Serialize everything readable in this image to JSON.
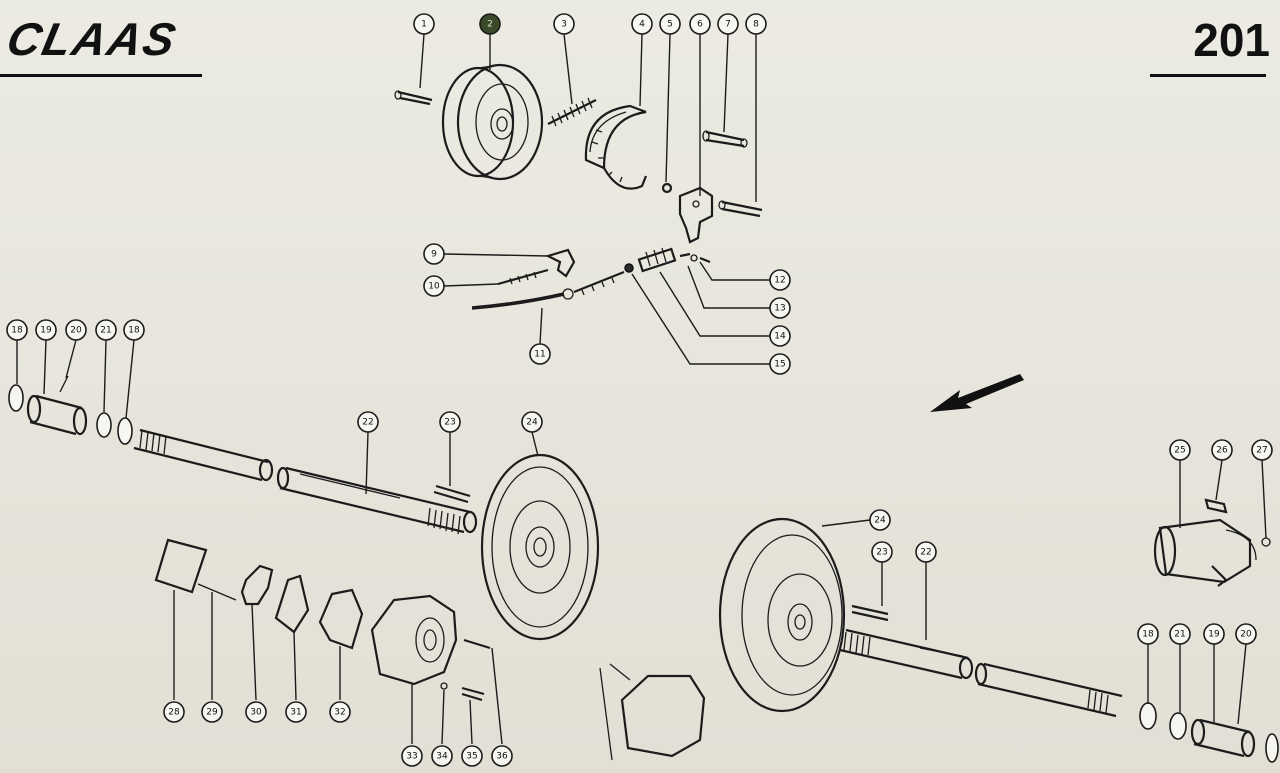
{
  "header": {
    "brand": "CLAAS",
    "page_number": "201"
  },
  "callouts": [
    {
      "id": "c1",
      "label": "1"
    },
    {
      "id": "c2",
      "label": "2"
    },
    {
      "id": "c3",
      "label": "3"
    },
    {
      "id": "c4",
      "label": "4"
    },
    {
      "id": "c5",
      "label": "5"
    },
    {
      "id": "c6",
      "label": "6"
    },
    {
      "id": "c7",
      "label": "7"
    },
    {
      "id": "c8",
      "label": "8"
    },
    {
      "id": "c9",
      "label": "9"
    },
    {
      "id": "c10",
      "label": "10"
    },
    {
      "id": "c11",
      "label": "11"
    },
    {
      "id": "c12",
      "label": "12"
    },
    {
      "id": "c13",
      "label": "13"
    },
    {
      "id": "c14",
      "label": "14"
    },
    {
      "id": "c15",
      "label": "15"
    },
    {
      "id": "c18a",
      "label": "18"
    },
    {
      "id": "c19a",
      "label": "19"
    },
    {
      "id": "c20a",
      "label": "20"
    },
    {
      "id": "c21a",
      "label": "21"
    },
    {
      "id": "c18b",
      "label": "18"
    },
    {
      "id": "c22a",
      "label": "22"
    },
    {
      "id": "c23a",
      "label": "23"
    },
    {
      "id": "c24a",
      "label": "24"
    },
    {
      "id": "c25",
      "label": "25"
    },
    {
      "id": "c26",
      "label": "26"
    },
    {
      "id": "c27",
      "label": "27"
    },
    {
      "id": "c24b",
      "label": "24"
    },
    {
      "id": "c23b",
      "label": "23"
    },
    {
      "id": "c22b",
      "label": "22"
    },
    {
      "id": "c18c",
      "label": "18"
    },
    {
      "id": "c21b",
      "label": "21"
    },
    {
      "id": "c19b",
      "label": "19"
    },
    {
      "id": "c20b",
      "label": "20"
    },
    {
      "id": "c28",
      "label": "28"
    },
    {
      "id": "c29",
      "label": "29"
    },
    {
      "id": "c30",
      "label": "30"
    },
    {
      "id": "c31",
      "label": "31"
    },
    {
      "id": "c32",
      "label": "32"
    },
    {
      "id": "c33",
      "label": "33"
    },
    {
      "id": "c34",
      "label": "34"
    },
    {
      "id": "c35",
      "label": "35"
    },
    {
      "id": "c36",
      "label": "36"
    }
  ]
}
